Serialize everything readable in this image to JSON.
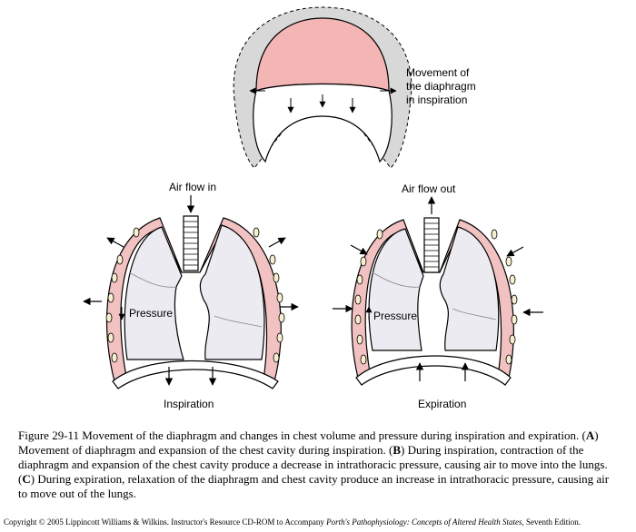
{
  "diaphragm": {
    "label_line1": "Movement of",
    "label_line2": "the diaphragm",
    "label_line3": "in inspiration"
  },
  "inspiration": {
    "top_label": "Air flow in",
    "pressure_label": "Pressure",
    "bottom_label": "Inspiration"
  },
  "expiration": {
    "top_label": "Air flow out",
    "pressure_label": "Pressure",
    "bottom_label": "Expiration"
  },
  "caption": {
    "figure_text": "Figure 29-11 Movement of the diaphragm and changes in chest volume and pressure during inspiration and expiration.",
    "a_open": "(",
    "a_letter": "A",
    "a_text": ") Movement of diaphragm and expansion of the chest cavity during inspiration.",
    "b_open": "(",
    "b_letter": "B",
    "b_text": ") During inspiration, contraction of the diaphragm and expansion of the chest cavity produce a decrease in intrathoracic pressure, causing air to move into the lungs.",
    "c_open": "(",
    "c_letter": "C",
    "c_text": ") During expiration, relaxation of the diaphragm and chest cavity produce an increase in intrathoracic pressure, causing air to move out of the lungs."
  },
  "copyright": {
    "prefix": "Copyright © 2005 Lippincott Williams & Wilkins.  Instructor's Resource CD-ROM to Accompany ",
    "book_title": "Porth's Pathophysiology: Concepts of Altered Health States,",
    "suffix": " Seventh Edition."
  },
  "colors": {
    "dome": "#f4b5b5",
    "shadow": "#d8d8d8",
    "lung": "#ecebf2",
    "wall": "#f2c2c2"
  }
}
